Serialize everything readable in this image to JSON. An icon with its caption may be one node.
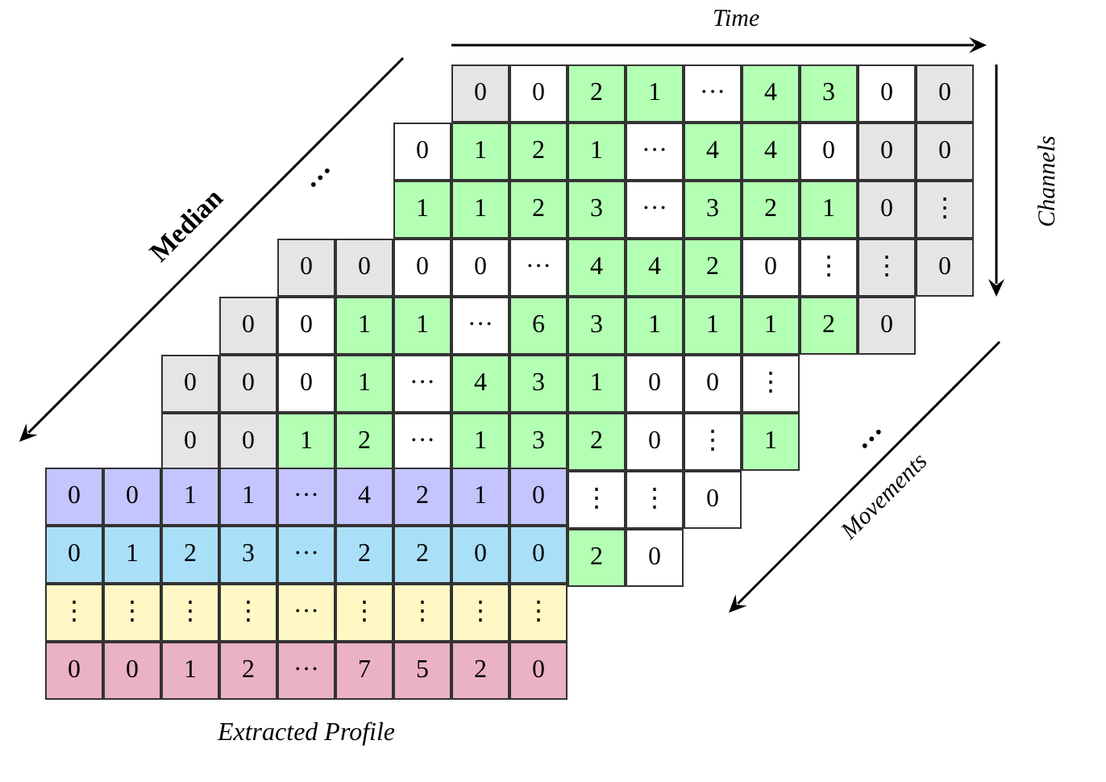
{
  "diagram": {
    "nodes": [
      {
        "text": [
          "0",
          "0",
          "2",
          "1",
          "···",
          "4",
          "3",
          "0",
          "0",
          "0",
          "⋮",
          "0"
        ]
      },
      {
        "text": [
          "0",
          "1",
          "2",
          "1",
          "···",
          "4",
          "4",
          "0",
          "0",
          "1",
          "1",
          "2",
          "3",
          "···",
          "3",
          "2",
          "1",
          "0",
          "⋮",
          "⋮",
          "2",
          "0"
        ]
      },
      {
        "text": [
          "0",
          "0",
          "0",
          "0",
          "···",
          "4",
          "4",
          "2",
          "0",
          "1",
          "⋮",
          "1"
        ]
      },
      {
        "text": [
          "0",
          "0",
          "1",
          "1",
          "···",
          "6",
          "3",
          "1",
          "1",
          "0",
          "⋮",
          "0"
        ]
      },
      {
        "text": [
          "0",
          "0",
          "0",
          "1",
          "···",
          "4",
          "3",
          "1",
          "0",
          "0",
          "0",
          "1",
          "2",
          "···",
          "1",
          "3",
          "2",
          "0",
          "⋮",
          "⋮",
          "2",
          "0"
        ]
      },
      {
        "text": [
          "0",
          "0",
          "1",
          "1",
          "···",
          "4",
          "2",
          "1",
          "0",
          "0",
          "1",
          "2",
          "3",
          "···",
          "2",
          "2",
          "0",
          "0",
          "⋮",
          "⋮",
          "⋮",
          "⋮",
          "···",
          "⋮",
          "⋮",
          "⋮",
          "⋮",
          "0",
          "0",
          "1",
          "2",
          "···",
          "7",
          "5",
          "2",
          "0"
        ],
        "beside": [
          "Extracted Profile"
        ]
      }
    ],
    "labels": [
      "Time",
      "Channels",
      "···",
      "Median",
      "···",
      "Movements"
    ]
  }
}
